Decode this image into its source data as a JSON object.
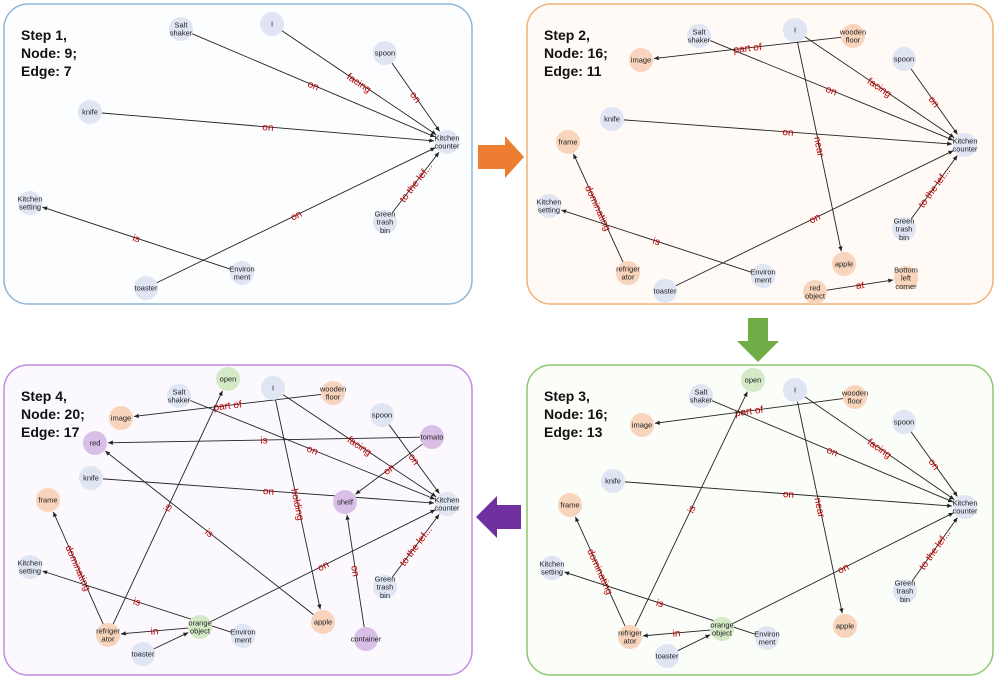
{
  "panels": [
    {
      "title": [
        "Step 1,",
        "Node: 9;",
        "Edge: 7"
      ],
      "border": "#8fb6d9",
      "fill": "#fbfdff",
      "nodes": [
        {
          "id": "salt",
          "label": [
            "Salt",
            "shaker"
          ],
          "color": "#dfe5f3"
        },
        {
          "id": "i",
          "label": [
            "I"
          ],
          "color": "#dfe5f3"
        },
        {
          "id": "spoon",
          "label": [
            "spoon"
          ],
          "color": "#dfe5f3"
        },
        {
          "id": "knife",
          "label": [
            "knife"
          ],
          "color": "#dfe5f3"
        },
        {
          "id": "counter",
          "label": [
            "Kitchen",
            "counter"
          ],
          "color": "#dfe5f3"
        },
        {
          "id": "setting",
          "label": [
            "Kitchen",
            "setting"
          ],
          "color": "#dfe5f3"
        },
        {
          "id": "bin",
          "label": [
            "Green",
            "trash",
            "bin"
          ],
          "color": "#dfe5f3"
        },
        {
          "id": "toaster",
          "label": [
            "toaster"
          ],
          "color": "#dfe5f3"
        },
        {
          "id": "env",
          "label": [
            "Environ",
            "ment"
          ],
          "color": "#dfe5f3"
        }
      ],
      "edges": [
        {
          "from": "salt",
          "to": "counter",
          "label": "on"
        },
        {
          "from": "i",
          "to": "counter",
          "label": "facing"
        },
        {
          "from": "spoon",
          "to": "counter",
          "label": "on"
        },
        {
          "from": "knife",
          "to": "counter",
          "label": "on"
        },
        {
          "from": "toaster",
          "to": "counter",
          "label": "on"
        },
        {
          "from": "env",
          "to": "setting",
          "label": "is"
        },
        {
          "from": "bin",
          "to": "counter",
          "label": "to the lef..."
        }
      ]
    },
    {
      "title": [
        "Step 2,",
        "Node: 16;",
        "Edge: 11"
      ],
      "border": "#f0b27a",
      "fill": "#fffaf6",
      "nodes": [
        {
          "id": "salt",
          "label": [
            "Salt",
            "shaker"
          ],
          "color": "#dfe5f3"
        },
        {
          "id": "i",
          "label": [
            "I"
          ],
          "color": "#dfe5f3"
        },
        {
          "id": "floor",
          "label": [
            "wooden",
            "floor"
          ],
          "color": "#f8d4bc"
        },
        {
          "id": "image",
          "label": [
            "image"
          ],
          "color": "#f8d4bc"
        },
        {
          "id": "spoon",
          "label": [
            "spoon"
          ],
          "color": "#dfe5f3"
        },
        {
          "id": "knife",
          "label": [
            "knife"
          ],
          "color": "#dfe5f3"
        },
        {
          "id": "counter",
          "label": [
            "Kitchen",
            "counter"
          ],
          "color": "#dfe5f3"
        },
        {
          "id": "frame",
          "label": [
            "frame"
          ],
          "color": "#f8d4bc"
        },
        {
          "id": "setting",
          "label": [
            "Kitchen",
            "setting"
          ],
          "color": "#dfe5f3"
        },
        {
          "id": "bin",
          "label": [
            "Green",
            "trash",
            "bin"
          ],
          "color": "#dfe5f3"
        },
        {
          "id": "fridge",
          "label": [
            "refriger",
            "ator"
          ],
          "color": "#f8d4bc"
        },
        {
          "id": "env",
          "label": [
            "Environ",
            "ment"
          ],
          "color": "#dfe5f3"
        },
        {
          "id": "apple",
          "label": [
            "apple"
          ],
          "color": "#f8d4bc"
        },
        {
          "id": "toaster",
          "label": [
            "toaster"
          ],
          "color": "#dfe5f3"
        },
        {
          "id": "redobj",
          "label": [
            "red",
            "object"
          ],
          "color": "#f8d4bc"
        },
        {
          "id": "corner",
          "label": [
            "Bottom",
            "left",
            "corner"
          ],
          "color": "#f8d4bc"
        }
      ],
      "edges": [
        {
          "from": "floor",
          "to": "image",
          "label": "part of"
        },
        {
          "from": "salt",
          "to": "counter",
          "label": "on"
        },
        {
          "from": "i",
          "to": "counter",
          "label": "facing"
        },
        {
          "from": "spoon",
          "to": "counter",
          "label": "on"
        },
        {
          "from": "knife",
          "to": "counter",
          "label": "on"
        },
        {
          "from": "i",
          "to": "apple",
          "label": "near"
        },
        {
          "from": "fridge",
          "to": "frame",
          "label": "dominating"
        },
        {
          "from": "env",
          "to": "setting",
          "label": "is"
        },
        {
          "from": "toaster",
          "to": "counter",
          "label": "on"
        },
        {
          "from": "bin",
          "to": "counter",
          "label": "to the lef..."
        },
        {
          "from": "redobj",
          "to": "corner",
          "label": "at"
        }
      ]
    },
    {
      "title": [
        "Step 3,",
        "Node: 16;",
        "Edge: 13"
      ],
      "border": "#8fc66f",
      "fill": "#fbfdf8",
      "nodes": [
        {
          "id": "open",
          "label": [
            "open"
          ],
          "color": "#d4e9c6"
        },
        {
          "id": "salt",
          "label": [
            "Salt",
            "shaker"
          ],
          "color": "#dfe5f3"
        },
        {
          "id": "i",
          "label": [
            "I"
          ],
          "color": "#dfe5f3"
        },
        {
          "id": "floor",
          "label": [
            "wooden",
            "floor"
          ],
          "color": "#f8d4bc"
        },
        {
          "id": "image",
          "label": [
            "image"
          ],
          "color": "#f8d4bc"
        },
        {
          "id": "spoon",
          "label": [
            "spoon"
          ],
          "color": "#dfe5f3"
        },
        {
          "id": "knife",
          "label": [
            "knife"
          ],
          "color": "#dfe5f3"
        },
        {
          "id": "counter",
          "label": [
            "Kitchen",
            "counter"
          ],
          "color": "#dfe5f3"
        },
        {
          "id": "frame",
          "label": [
            "frame"
          ],
          "color": "#f8d4bc"
        },
        {
          "id": "setting",
          "label": [
            "Kitchen",
            "setting"
          ],
          "color": "#dfe5f3"
        },
        {
          "id": "bin",
          "label": [
            "Green",
            "trash",
            "bin"
          ],
          "color": "#dfe5f3"
        },
        {
          "id": "orange",
          "label": [
            "orange",
            "object"
          ],
          "color": "#d4e9c6"
        },
        {
          "id": "fridge",
          "label": [
            "refriger",
            "ator"
          ],
          "color": "#f8d4bc"
        },
        {
          "id": "env",
          "label": [
            "Environ",
            "ment"
          ],
          "color": "#dfe5f3"
        },
        {
          "id": "apple",
          "label": [
            "apple"
          ],
          "color": "#f8d4bc"
        },
        {
          "id": "toaster",
          "label": [
            "toaster"
          ],
          "color": "#dfe5f3"
        }
      ],
      "edges": [
        {
          "from": "floor",
          "to": "image",
          "label": "part of"
        },
        {
          "from": "salt",
          "to": "counter",
          "label": "on"
        },
        {
          "from": "i",
          "to": "counter",
          "label": "facing"
        },
        {
          "from": "spoon",
          "to": "counter",
          "label": "on"
        },
        {
          "from": "knife",
          "to": "counter",
          "label": "on"
        },
        {
          "from": "i",
          "to": "apple",
          "label": "near"
        },
        {
          "from": "fridge",
          "to": "open",
          "label": "is"
        },
        {
          "from": "fridge",
          "to": "frame",
          "label": "dominating"
        },
        {
          "from": "env",
          "to": "setting",
          "label": "is"
        },
        {
          "from": "orange",
          "to": "counter",
          "label": "on"
        },
        {
          "from": "orange",
          "to": "fridge",
          "label": "in"
        },
        {
          "from": "bin",
          "to": "counter",
          "label": "to the lef..."
        },
        {
          "from": "toaster",
          "to": "orange",
          "label": ""
        }
      ]
    },
    {
      "title": [
        "Step 4,",
        "Node: 20;",
        "Edge: 17"
      ],
      "border": "#c08ce0",
      "fill": "#fcf9fe",
      "nodes": [
        {
          "id": "open",
          "label": [
            "open"
          ],
          "color": "#d4e9c6"
        },
        {
          "id": "salt",
          "label": [
            "Salt",
            "shaker"
          ],
          "color": "#dfe5f3"
        },
        {
          "id": "i",
          "label": [
            "I"
          ],
          "color": "#dfe5f3"
        },
        {
          "id": "floor",
          "label": [
            "wooden",
            "floor"
          ],
          "color": "#f8d4bc"
        },
        {
          "id": "image",
          "label": [
            "image"
          ],
          "color": "#f8d4bc"
        },
        {
          "id": "spoon",
          "label": [
            "spoon"
          ],
          "color": "#dfe5f3"
        },
        {
          "id": "tomato",
          "label": [
            "tomato"
          ],
          "color": "#d9bfe8"
        },
        {
          "id": "red",
          "label": [
            "red"
          ],
          "color": "#d9bfe8"
        },
        {
          "id": "knife",
          "label": [
            "knife"
          ],
          "color": "#dfe5f3"
        },
        {
          "id": "shelf",
          "label": [
            "shelf"
          ],
          "color": "#d9bfe8"
        },
        {
          "id": "counter",
          "label": [
            "Kitchen",
            "counter"
          ],
          "color": "#dfe5f3"
        },
        {
          "id": "frame",
          "label": [
            "frame"
          ],
          "color": "#f8d4bc"
        },
        {
          "id": "setting",
          "label": [
            "Kitchen",
            "setting"
          ],
          "color": "#dfe5f3"
        },
        {
          "id": "bin",
          "label": [
            "Green",
            "trash",
            "bin"
          ],
          "color": "#dfe5f3"
        },
        {
          "id": "orange",
          "label": [
            "orange",
            "object"
          ],
          "color": "#d4e9c6"
        },
        {
          "id": "fridge",
          "label": [
            "refriger",
            "ator"
          ],
          "color": "#f8d4bc"
        },
        {
          "id": "env",
          "label": [
            "Environ",
            "ment"
          ],
          "color": "#dfe5f3"
        },
        {
          "id": "apple",
          "label": [
            "apple"
          ],
          "color": "#f8d4bc"
        },
        {
          "id": "container",
          "label": [
            "container"
          ],
          "color": "#d9bfe8"
        },
        {
          "id": "toaster",
          "label": [
            "toaster"
          ],
          "color": "#dfe5f3"
        }
      ],
      "edges": [
        {
          "from": "floor",
          "to": "image",
          "label": "part of"
        },
        {
          "from": "tomato",
          "to": "red",
          "label": "is"
        },
        {
          "from": "salt",
          "to": "counter",
          "label": "on"
        },
        {
          "from": "i",
          "to": "counter",
          "label": "facing"
        },
        {
          "from": "spoon",
          "to": "counter",
          "label": "on"
        },
        {
          "from": "tomato",
          "to": "shelf",
          "label": "on"
        },
        {
          "from": "knife",
          "to": "counter",
          "label": "on"
        },
        {
          "from": "i",
          "to": "apple",
          "label": "holding"
        },
        {
          "from": "apple",
          "to": "red",
          "label": "is"
        },
        {
          "from": "fridge",
          "to": "open",
          "label": "is"
        },
        {
          "from": "fridge",
          "to": "frame",
          "label": "dominating"
        },
        {
          "from": "env",
          "to": "setting",
          "label": "is"
        },
        {
          "from": "orange",
          "to": "counter",
          "label": "on"
        },
        {
          "from": "orange",
          "to": "fridge",
          "label": "in"
        },
        {
          "from": "container",
          "to": "shelf",
          "label": "on"
        },
        {
          "from": "bin",
          "to": "counter",
          "label": "to the lef..."
        },
        {
          "from": "toaster",
          "to": "orange",
          "label": ""
        }
      ]
    }
  ],
  "arrows": [
    {
      "color": "#ed7d31"
    },
    {
      "color": "#70ad47"
    },
    {
      "color": "#7030a0"
    }
  ]
}
